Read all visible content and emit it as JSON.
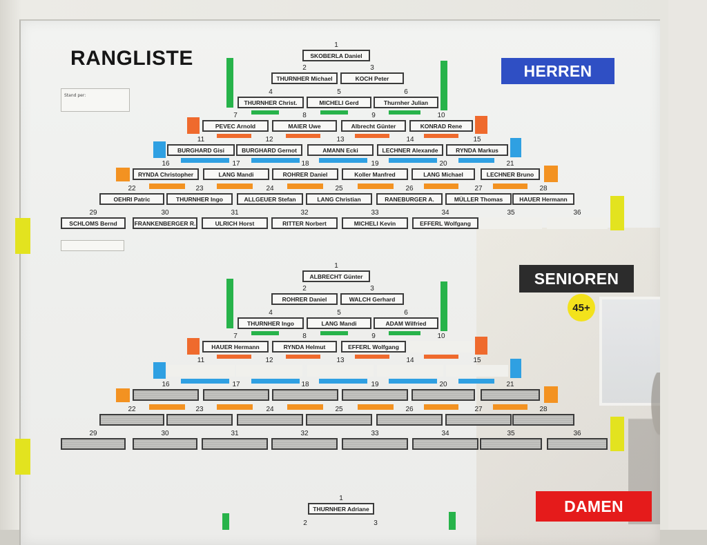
{
  "board": {
    "title": "RANGLISTE",
    "sections": {
      "herren": "HERREN",
      "senioren": "SENIOREN",
      "damen": "DAMEN",
      "senioren_badge": "45+"
    },
    "colors": {
      "green": "#27b34a",
      "orange": "#f39221",
      "orange_red": "#ef6a2d",
      "blue": "#2fa0e2",
      "yellow": "#e3e31f",
      "herren_label": "#2f4fc4",
      "senioren_label": "#2c2c2c",
      "damen_label": "#e51b1b"
    },
    "note_top": [
      "Stand per:",
      "",
      "",
      ""
    ],
    "note_left": ""
  },
  "herren": [
    {
      "n": "1",
      "name": "SKOBERLA Daniel"
    },
    {
      "n": "2",
      "name": "THURNHER Michael"
    },
    {
      "n": "3",
      "name": "KOCH Peter"
    },
    {
      "n": "4",
      "name": "THURNHER Christ."
    },
    {
      "n": "5",
      "name": "MICHELI Gerd"
    },
    {
      "n": "6",
      "name": "Thurnher Julian"
    },
    {
      "n": "7",
      "name": "PEVEC Arnold"
    },
    {
      "n": "8",
      "name": "MAIER Uwe"
    },
    {
      "n": "9",
      "name": "Albrecht Günter"
    },
    {
      "n": "10",
      "name": "KONRAD Rene"
    },
    {
      "n": "11",
      "name": "BURGHARD Gisi"
    },
    {
      "n": "12",
      "name": "BURGHARD Gernot"
    },
    {
      "n": "13",
      "name": "AMANN Ecki"
    },
    {
      "n": "14",
      "name": "LECHNER Alexande"
    },
    {
      "n": "15",
      "name": "RYNDA Markus"
    },
    {
      "n": "16",
      "name": "RYNDA Christopher"
    },
    {
      "n": "17",
      "name": "LANG Mandi"
    },
    {
      "n": "18",
      "name": "ROHRER Daniel"
    },
    {
      "n": "19",
      "name": "Koller Manfred"
    },
    {
      "n": "20",
      "name": "LANG Michael"
    },
    {
      "n": "21",
      "name": "LECHNER Bruno"
    },
    {
      "n": "22",
      "name": "OEHRI Patric"
    },
    {
      "n": "23",
      "name": "THURNHER Ingo"
    },
    {
      "n": "24",
      "name": "ALLGEUER Stefan"
    },
    {
      "n": "25",
      "name": "LANG Christian"
    },
    {
      "n": "26",
      "name": "RANEBURGER A."
    },
    {
      "n": "27",
      "name": "MÜLLER Thomas"
    },
    {
      "n": "28",
      "name": "HAUER Hermann"
    },
    {
      "n": "29",
      "name": "SCHLOMS Bernd"
    },
    {
      "n": "30",
      "name": "FRANKENBERGER R."
    },
    {
      "n": "31",
      "name": "ULRICH Horst"
    },
    {
      "n": "32",
      "name": "RITTER Norbert"
    },
    {
      "n": "33",
      "name": "MICHELI Kevin"
    },
    {
      "n": "34",
      "name": "EFFERL Wolfgang"
    },
    {
      "n": "35",
      "name": ""
    },
    {
      "n": "36",
      "name": ""
    }
  ],
  "senioren": [
    {
      "n": "1",
      "name": "ALBRECHT Günter"
    },
    {
      "n": "2",
      "name": "ROHRER Daniel"
    },
    {
      "n": "3",
      "name": "WALCH Gerhard"
    },
    {
      "n": "4",
      "name": "THURNHER Ingo"
    },
    {
      "n": "5",
      "name": "LANG Mandi"
    },
    {
      "n": "6",
      "name": "ADAM Wilfried"
    },
    {
      "n": "7",
      "name": "HAUER Hermann"
    },
    {
      "n": "8",
      "name": "RYNDA Helmut"
    },
    {
      "n": "9",
      "name": "EFFERL Wolfgang"
    },
    {
      "n": "10",
      "name": ""
    },
    {
      "n": "11",
      "name": ""
    },
    {
      "n": "12",
      "name": ""
    },
    {
      "n": "13",
      "name": ""
    },
    {
      "n": "14",
      "name": ""
    },
    {
      "n": "15",
      "name": ""
    },
    {
      "n": "16",
      "name": ""
    },
    {
      "n": "17",
      "name": ""
    },
    {
      "n": "18",
      "name": ""
    },
    {
      "n": "19",
      "name": ""
    },
    {
      "n": "20",
      "name": ""
    },
    {
      "n": "21",
      "name": ""
    },
    {
      "n": "22",
      "name": ""
    },
    {
      "n": "23",
      "name": ""
    },
    {
      "n": "24",
      "name": ""
    },
    {
      "n": "25",
      "name": ""
    },
    {
      "n": "26",
      "name": ""
    },
    {
      "n": "27",
      "name": ""
    },
    {
      "n": "28",
      "name": ""
    },
    {
      "n": "29",
      "name": ""
    },
    {
      "n": "30",
      "name": ""
    },
    {
      "n": "31",
      "name": ""
    },
    {
      "n": "32",
      "name": ""
    },
    {
      "n": "33",
      "name": ""
    },
    {
      "n": "34",
      "name": ""
    },
    {
      "n": "35",
      "name": ""
    },
    {
      "n": "36",
      "name": ""
    }
  ],
  "damen": [
    {
      "n": "1",
      "name": "THURNHER Adriane"
    },
    {
      "n": "2",
      "name": ""
    },
    {
      "n": "3",
      "name": ""
    }
  ]
}
